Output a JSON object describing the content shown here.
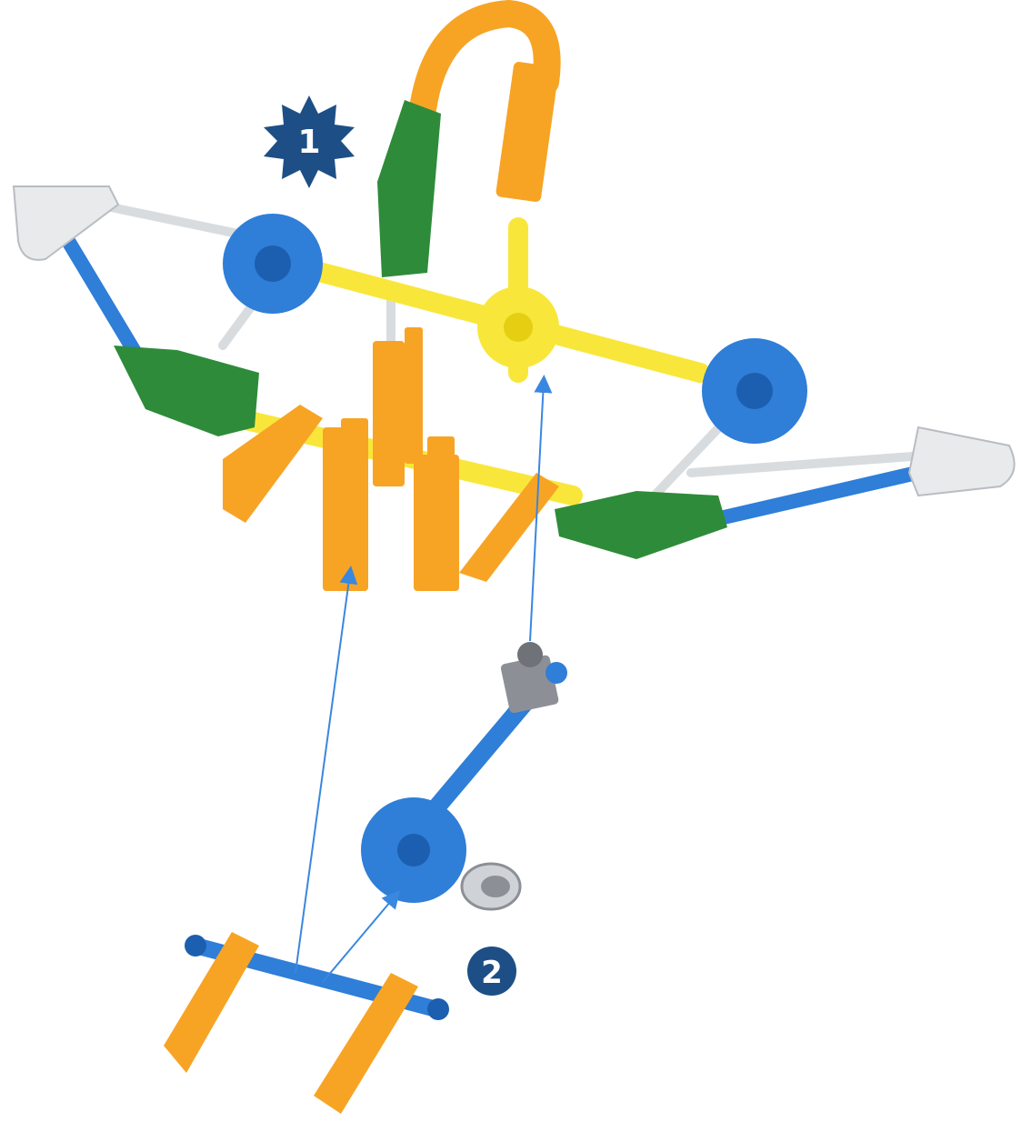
{
  "steps": [
    {
      "number": "1",
      "badge_shape": "starburst"
    },
    {
      "number": "2",
      "badge_shape": "circle"
    }
  ],
  "colors": {
    "blue": "#2f7ed8",
    "blue_dark": "#1c5fb0",
    "yellow": "#f8e73a",
    "orange": "#f7a425",
    "green": "#2e8b3a",
    "white_part": "#e8eaec",
    "grey_part": "#8c9096",
    "badge": "#1d4f86",
    "arrow": "#3a87e0"
  }
}
